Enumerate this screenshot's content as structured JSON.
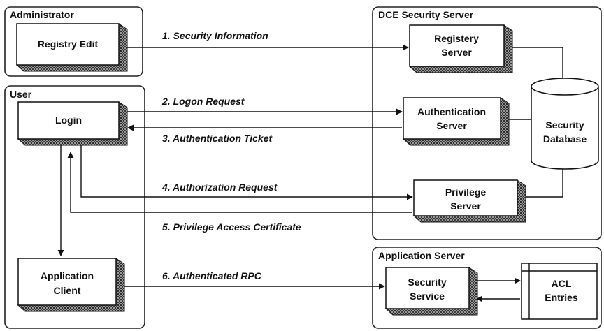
{
  "groups": {
    "administrator": "Administrator",
    "user": "User",
    "dce_security_server": "DCE Security Server",
    "application_server": "Application Server"
  },
  "components": {
    "registry_edit": "Registry Edit",
    "login": "Login",
    "application_client_line1": "Application",
    "application_client_line2": "Client",
    "registery_server_line1": "Registery",
    "registery_server_line2": "Server",
    "authentication_server_line1": "Authentication",
    "authentication_server_line2": "Server",
    "privilege_server_line1": "Privilege",
    "privilege_server_line2": "Server",
    "security_service_line1": "Security",
    "security_service_line2": "Service",
    "security_database_line1": "Security",
    "security_database_line2": "Database",
    "acl_entries_line1": "ACL",
    "acl_entries_line2": "Entries"
  },
  "messages": {
    "m1": "1. Security Information",
    "m2": "2. Logon Request",
    "m3": "3. Authentication Ticket",
    "m4": "4. Authorization  Request",
    "m5": "5. Privilege Access Certificate",
    "m6": "6. Authenticated RPC"
  }
}
